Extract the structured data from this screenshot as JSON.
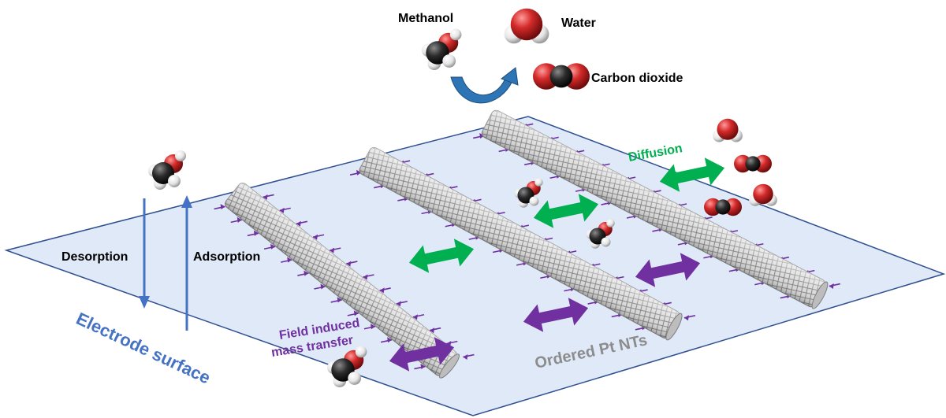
{
  "labels": {
    "methanol": "Methanol",
    "water": "Water",
    "carbon_dioxide": "Carbon dioxide",
    "diffusion": "Diffusion",
    "desorption": "Desorption",
    "adsorption": "Adsorption",
    "field_line1": "Field induced",
    "field_line2": "mass transfer",
    "electrode_surface": "Electrode surface",
    "ordered_pt_nts": "Ordered Pt NTs"
  },
  "colors": {
    "plane_fill": "#dfe9f8",
    "plane_stroke": "#2f4f8f",
    "blue_arrow": "#4472c4",
    "green_arrow": "#00b050",
    "purple_arrow": "#7030a0",
    "label_blue": "#4472c4",
    "label_gray": "#8c8c8c",
    "oxygen": "#d42a2a",
    "carbon": "#2b2b2b",
    "hydrogen": "#f2f2f2"
  },
  "icons": [
    "methanol-molecule-icon",
    "water-molecule-icon",
    "carbon-dioxide-molecule-icon",
    "pt-nanotube-icon"
  ]
}
